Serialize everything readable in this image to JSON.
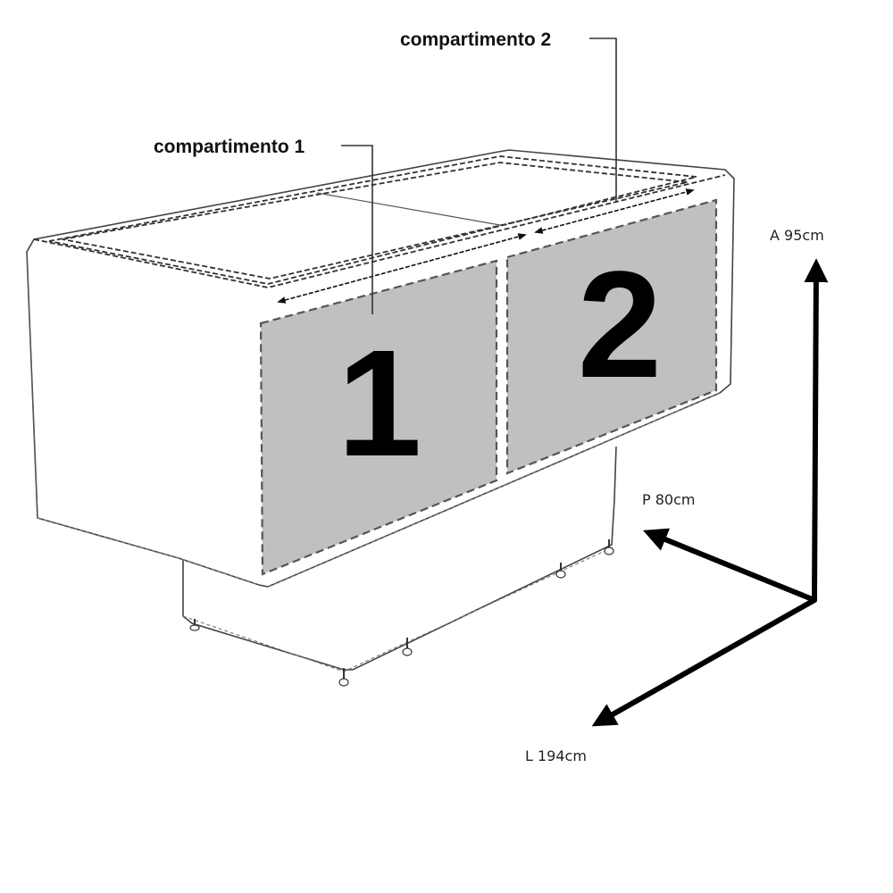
{
  "diagram": {
    "type": "product-dimension-drawing",
    "subject": "horizontal freezer chest with two compartments",
    "compartments": [
      {
        "id": 1,
        "label": "compartimento 1",
        "number": "1"
      },
      {
        "id": 2,
        "label": "compartimento 2",
        "number": "2"
      }
    ],
    "dimensions": {
      "height": {
        "label": "A 95cm",
        "axis": "A",
        "value": "95cm"
      },
      "depth": {
        "label": "P 80cm",
        "axis": "P",
        "value": "80cm"
      },
      "width": {
        "label": "L 194cm",
        "axis": "L",
        "value": "194cm"
      }
    },
    "colors": {
      "panel_fill": "#c0c0c0",
      "outline": "#444444",
      "axis_arrows": "#000000",
      "background": "#ffffff"
    }
  }
}
